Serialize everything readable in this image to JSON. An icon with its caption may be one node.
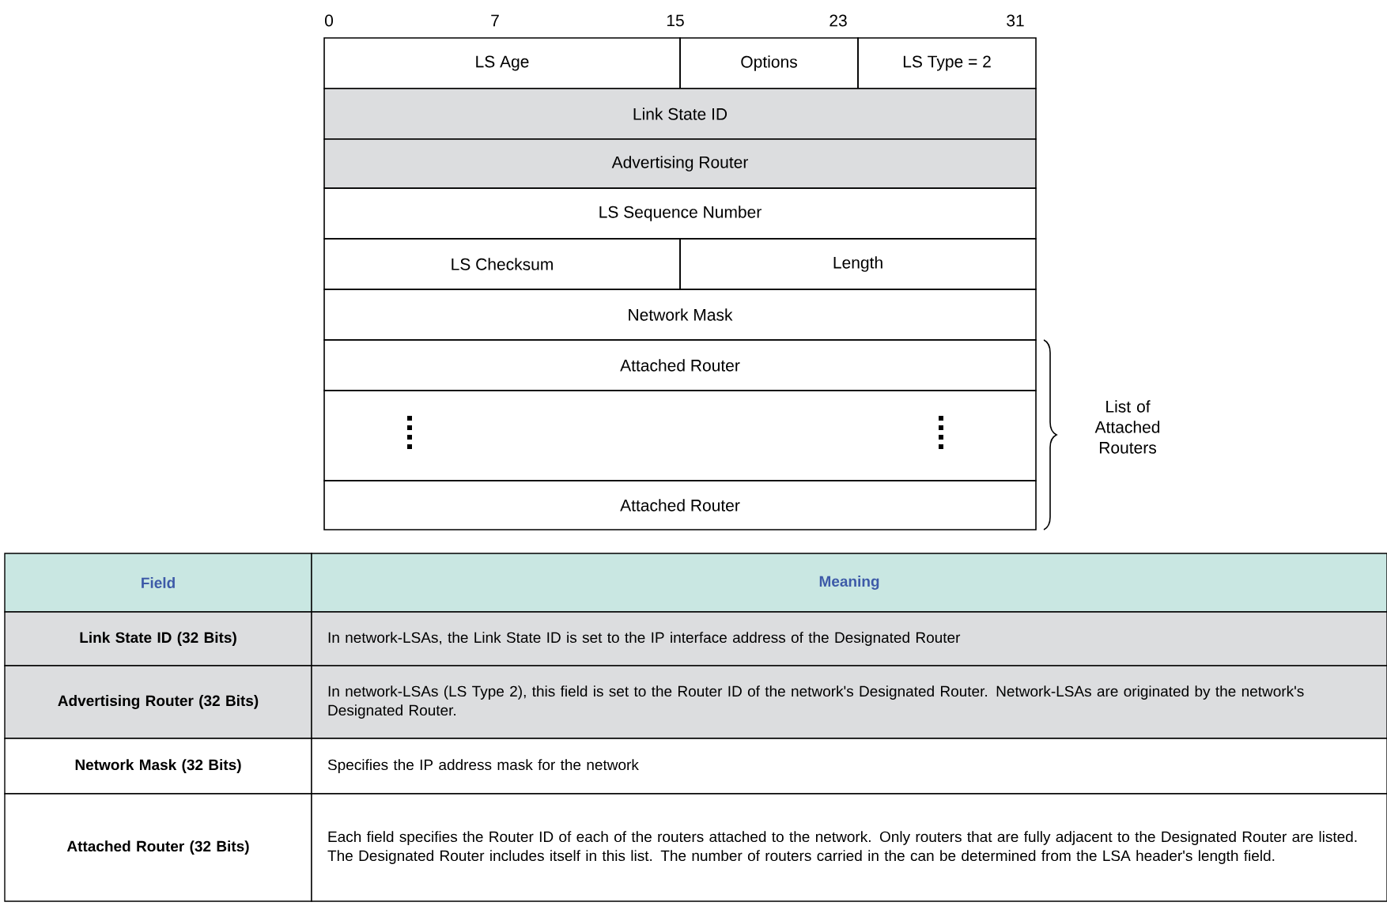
{
  "diagram": {
    "nodes": [
      {
        "text": [
          "LS Age"
        ]
      },
      {
        "text": [
          "Options"
        ]
      },
      {
        "text": [
          "LS Type = 2"
        ]
      },
      {
        "text": [
          "Link State ID"
        ]
      },
      {
        "text": [
          "Advertising Router"
        ]
      },
      {
        "text": [
          "LS Sequence Number"
        ]
      },
      {
        "text": [
          "LS Checksum"
        ]
      },
      {
        "text": [
          "Length"
        ]
      },
      {
        "text": [
          "Network Mask"
        ]
      },
      {
        "text": [
          "Attached Router"
        ]
      },
      {
        "text": [],
        "shape": "box"
      },
      {
        "text": [
          "Attached Router"
        ]
      }
    ],
    "labels": [
      "0",
      "7",
      "15",
      "23",
      "31",
      "List of Attached Routers",
      "Field",
      "Meaning",
      "Link State ID (32 Bits)",
      "In network-LSAs, the Link State ID is set to the IP interface address of the Designated Router",
      "Advertising Router (32 Bits)",
      "In network-LSAs (LS Type 2), this field is set to the Router ID of the network's Designated Router. Network-LSAs are originated by the network's Designated Router.",
      "Network Mask (32 Bits)",
      "Specifies the IP address mask for the network",
      "Attached Router (32 Bits)",
      "Each field specifies the Router ID of each of the routers attached to the network. Only routers that are fully adjacent to the Designated Router are listed. The Designated Router includes itself in this list. The number of routers carried in the can be determined from the LSA header's length field."
    ]
  }
}
